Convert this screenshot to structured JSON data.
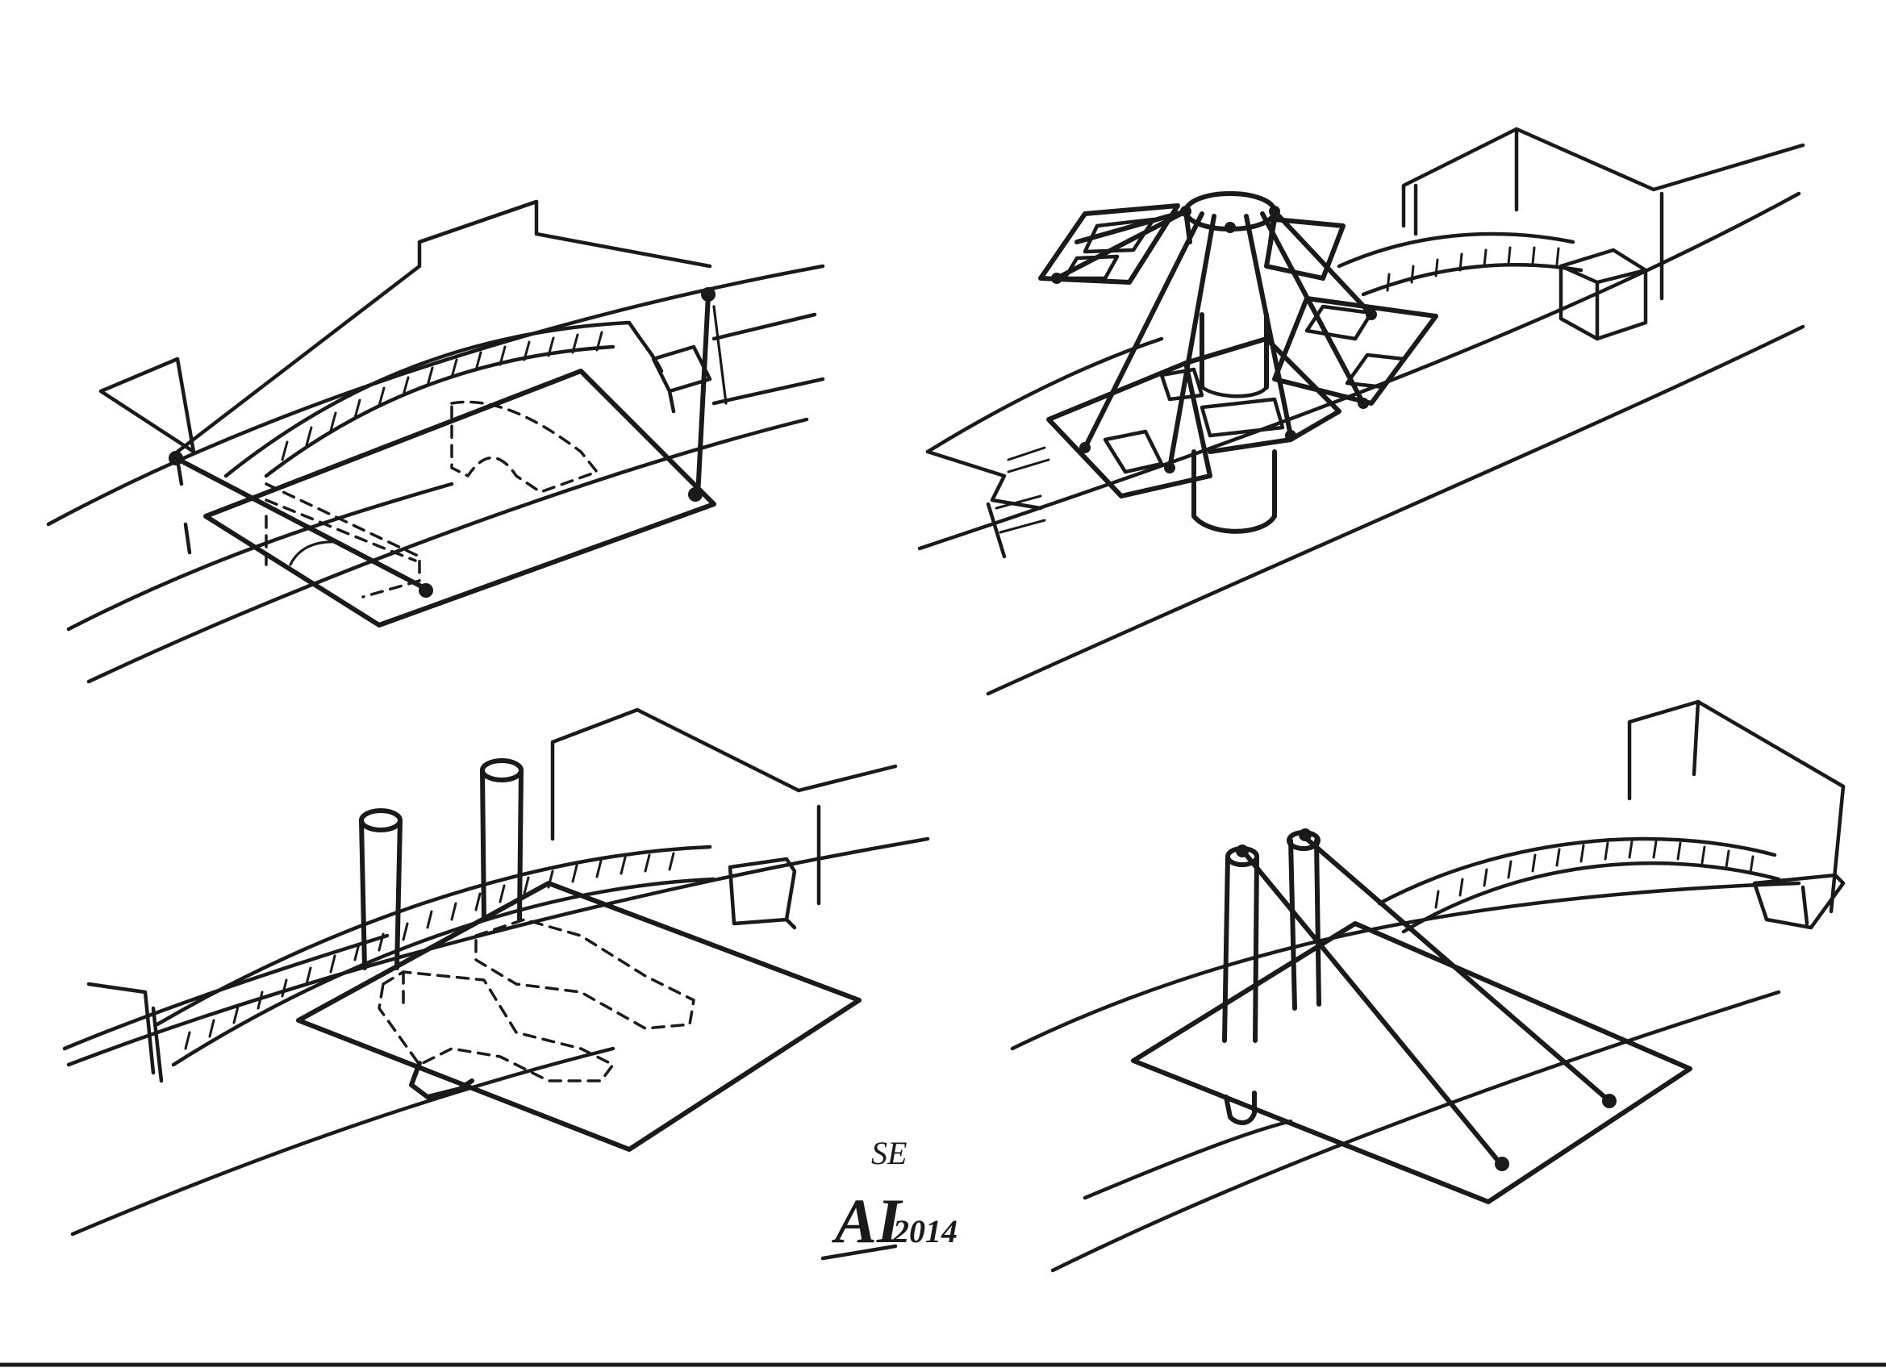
{
  "signature": {
    "initials": "AI",
    "superscript": "SE",
    "year": "2014"
  },
  "colors": {
    "paper": "#ffffff",
    "ink": "#1a1a1a"
  }
}
